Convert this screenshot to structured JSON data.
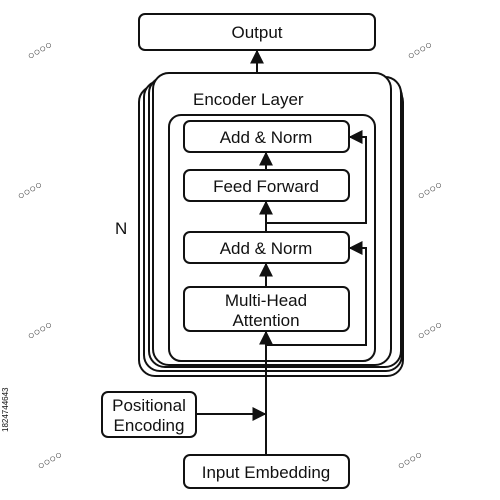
{
  "diagram": {
    "output_label": "Output",
    "encoder_layer_title": "Encoder Layer",
    "add_norm_top_label": "Add & Norm",
    "feed_forward_label": "Feed Forward",
    "add_norm_bottom_label": "Add & Norm",
    "attention_line1": "Multi-Head",
    "attention_line2": "Attention",
    "repeat_label": "N",
    "positional_line1": "Positional",
    "positional_line2": "Encoding",
    "input_label": "Input Embedding",
    "stock_id": "1824744643",
    "line_color": "#111111",
    "background_color": "#ffffff"
  }
}
